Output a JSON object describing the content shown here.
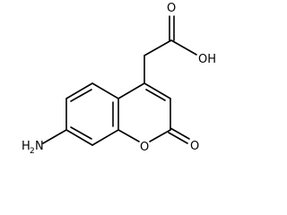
{
  "molecule": {
    "atoms": {
      "carbonyl_o_acid": "O",
      "hydroxyl": "OH",
      "lactone_o_ring": "O",
      "lactone_o_carbonyl": "O",
      "amine_n": "N",
      "amine_h": "H",
      "amine_sub": "2"
    },
    "colors": {
      "bond": "#000000",
      "label": "#000000",
      "background": "#ffffff"
    }
  }
}
